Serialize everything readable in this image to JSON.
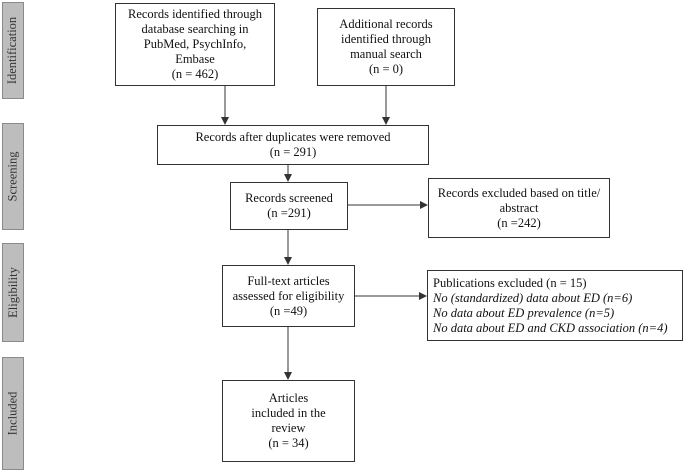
{
  "stages": {
    "identification": "Identification",
    "screening": "Screening",
    "eligibility": "Eligibility",
    "included": "Included"
  },
  "boxes": {
    "database": {
      "lines": [
        "Records identified through",
        "database searching in",
        "PubMed, PsychInfo,",
        "Embase",
        "(n = 462)"
      ]
    },
    "manual": {
      "lines": [
        "Additional records",
        "identified through",
        "manual search",
        "(n = 0)"
      ]
    },
    "duplicates": {
      "lines": [
        "Records after duplicates were removed",
        "(n = 291)"
      ]
    },
    "screened": {
      "lines": [
        "Records screened",
        "(n =291)"
      ]
    },
    "excluded_title": {
      "lines": [
        "Records excluded based on title/",
        "abstract",
        "(n =242)"
      ]
    },
    "fulltext": {
      "lines": [
        "Full-text articles",
        "assessed for eligibility",
        "(n =49)"
      ]
    },
    "excluded_pubs": {
      "header": "Publications excluded (n = 15)",
      "items": [
        "No (standardized) data about ED  (n=6)",
        "No data about ED prevalence (n=5)",
        "No data about ED and CKD association  (n=4)"
      ]
    },
    "included": {
      "lines": [
        "Articles",
        "included in the",
        "review",
        "(n = 34)"
      ]
    }
  }
}
